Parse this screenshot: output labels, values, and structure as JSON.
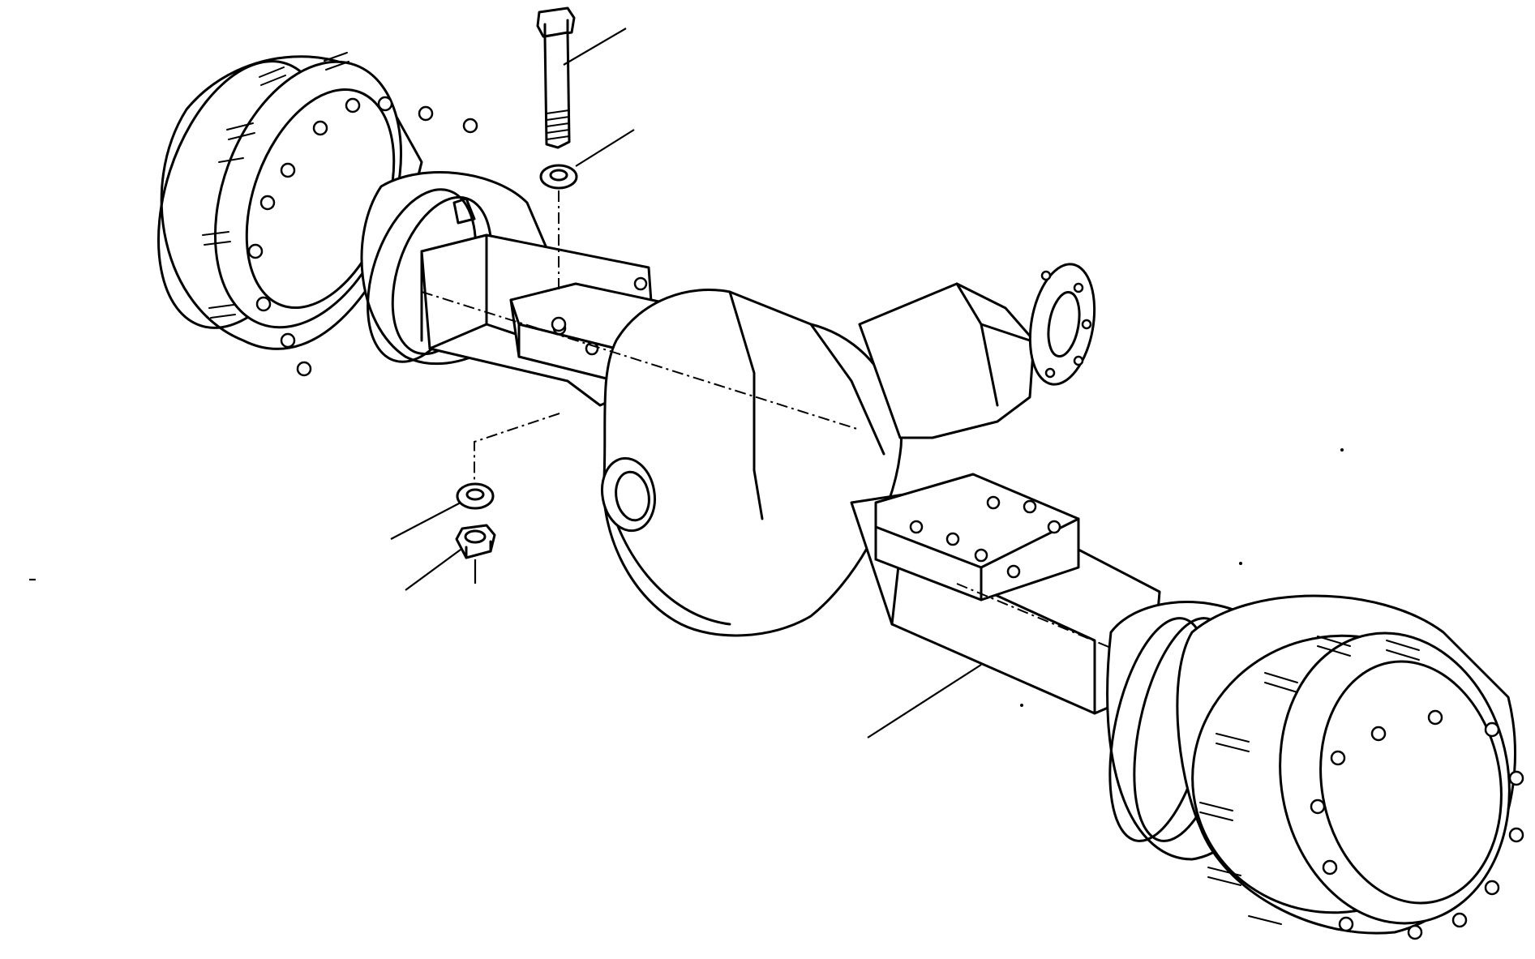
{
  "diagram": {
    "type": "exploded-parts-drawing",
    "colors": {
      "line": "#000000",
      "background": "#ffffff"
    },
    "parts": [
      {
        "id": "axle-assembly",
        "leader": true
      },
      {
        "id": "mounting-bolt",
        "leader": true
      },
      {
        "id": "washer-upper",
        "leader": true
      },
      {
        "id": "washer-lower",
        "leader": true
      },
      {
        "id": "nut",
        "leader": true
      }
    ]
  }
}
